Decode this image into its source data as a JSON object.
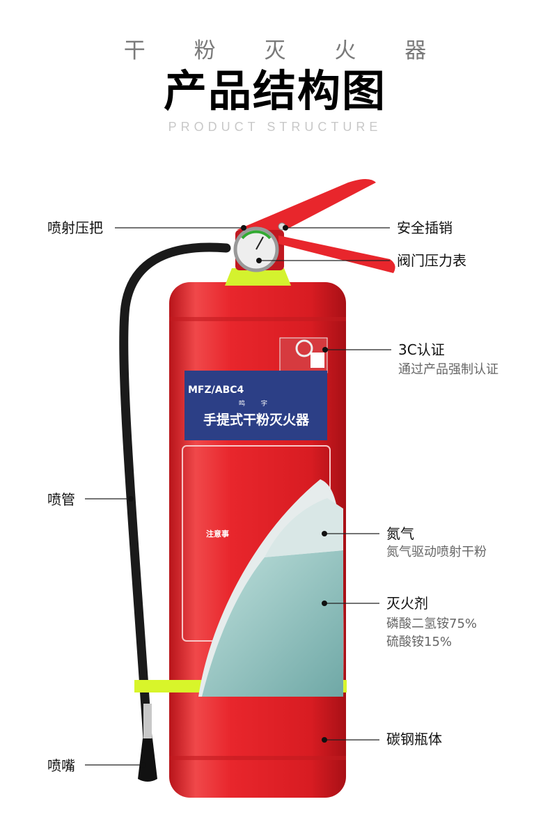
{
  "header": {
    "subtitle": "干 粉 灭 火 器",
    "title": "产品结构图",
    "english_title": "PRODUCT STRUCTURE"
  },
  "product_label": {
    "model": "MFZ/ABC4",
    "brand": "鸣 宇",
    "name": "手提式干粉灭火器",
    "caution": "注意事"
  },
  "callouts": {
    "handle": {
      "label": "喷射压把"
    },
    "safety_pin": {
      "label": "安全插销"
    },
    "gauge": {
      "label": "阀门压力表"
    },
    "cert": {
      "label": "3C认证",
      "desc": "通过产品强制认证"
    },
    "hose": {
      "label": "喷管"
    },
    "nitrogen": {
      "label": "氮气",
      "desc": "氮气驱动喷射干粉"
    },
    "agent": {
      "label": "灭火剂",
      "desc1": "磷酸二氢铵75%",
      "desc2": "硫酸铵15%"
    },
    "cylinder": {
      "label": "碳钢瓶体"
    },
    "nozzle": {
      "label": "喷嘴"
    }
  },
  "colors": {
    "body_red": "#e8262c",
    "label_blue": "#2c3f86",
    "strap_yellow": "#d8f52a",
    "agent_teal": "#8fc3c0"
  }
}
